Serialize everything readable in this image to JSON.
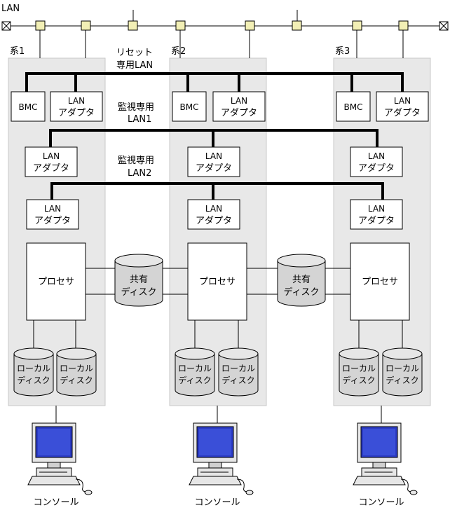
{
  "lan_label": "LAN",
  "systems": [
    {
      "label": "系1"
    },
    {
      "label": "系2"
    },
    {
      "label": "系3"
    }
  ],
  "reset_lan_line1": "リセット",
  "reset_lan_line2": "専用LAN",
  "monitor_lan1_line1": "監視専用",
  "monitor_lan1_line2": "LAN1",
  "monitor_lan2_line1": "監視専用",
  "monitor_lan2_line2": "LAN2",
  "bmc_label": "BMC",
  "lan_adapter_line1": "LAN",
  "lan_adapter_line2": "アダプタ",
  "processor_label": "プロセサ",
  "shared_disk_line1": "共有",
  "shared_disk_line2": "ディスク",
  "local_disk_line1": "ローカル",
  "local_disk_line2": "ディスク",
  "console_label": "コンソール",
  "colors": {
    "system_bg": "#e8e8e8",
    "lan_tap": "#f2efb5",
    "monitor_screen": "#2b3bc4",
    "disk": "#d4d4d4"
  }
}
